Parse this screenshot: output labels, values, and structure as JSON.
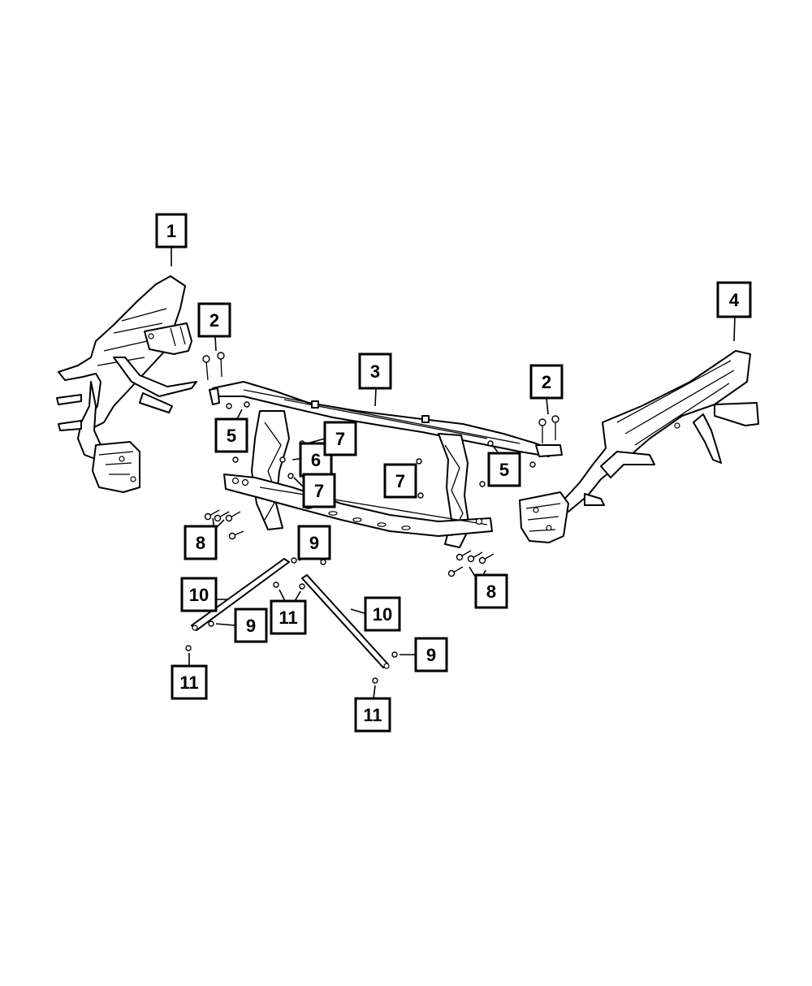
{
  "callouts": {
    "c1": "1",
    "c2a": "2",
    "c2b": "2",
    "c3": "3",
    "c4": "4",
    "c5a": "5",
    "c5b": "5",
    "c6": "6",
    "c7a": "7",
    "c7b": "7",
    "c7c": "7",
    "c8a": "8",
    "c8b": "8",
    "c9a": "9",
    "c9b": "9",
    "c9c": "9",
    "c10a": "10",
    "c10b": "10",
    "c11a": "11",
    "c11b": "11",
    "c11c": "11"
  }
}
